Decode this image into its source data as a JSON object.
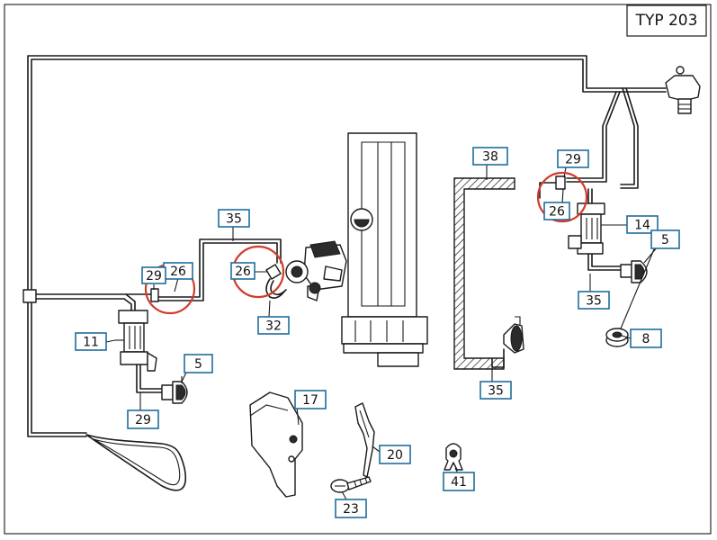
{
  "diagram": {
    "type_label": "TYP  203",
    "label_color": "#1f6d9c",
    "highlight_color": "#d23a2c",
    "callouts": [
      "35",
      "26",
      "29",
      "26",
      "32",
      "11",
      "5",
      "29",
      "17",
      "20",
      "23",
      "41",
      "38",
      "29",
      "26",
      "14",
      "5",
      "35",
      "8",
      "35"
    ]
  }
}
